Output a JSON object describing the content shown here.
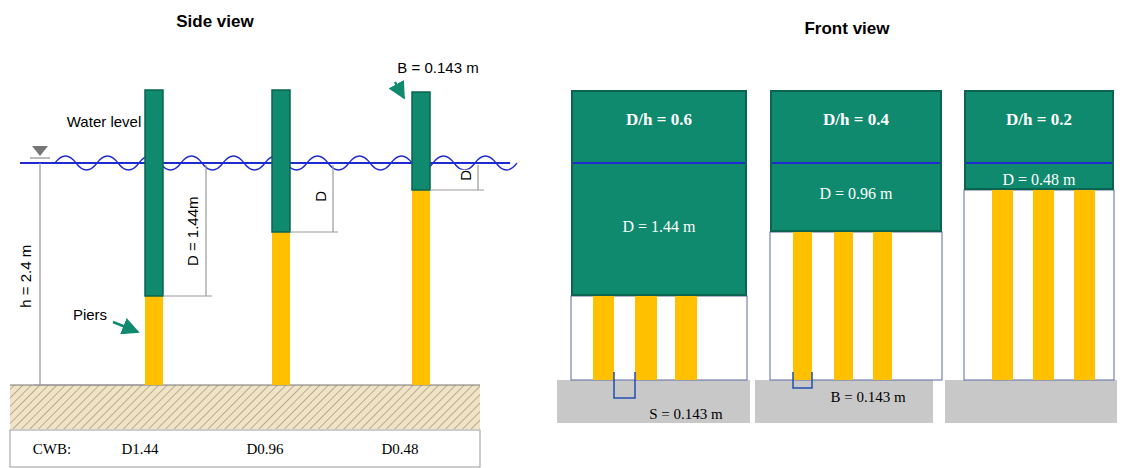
{
  "diagram": {
    "nodes": [
      {
        "text": [
          "D/h = 0.6",
          "D = 1.44 m"
        ]
      },
      {
        "text": [
          "D/h = 0.4",
          "D = 0.96 m"
        ]
      },
      {
        "text": [
          "D/h = 0.2",
          "D = 0.48 m"
        ]
      }
    ],
    "labels": [
      "Side view",
      "Front view",
      "B = 0.143 m",
      "Water level",
      "h = 2.4 m",
      "D = 1.44m",
      "D",
      "D",
      "Piers",
      "CWB:",
      "D1.44",
      "D0.96",
      "D0.48",
      "S = 0.143 m",
      "B = 0.143 m"
    ]
  }
}
